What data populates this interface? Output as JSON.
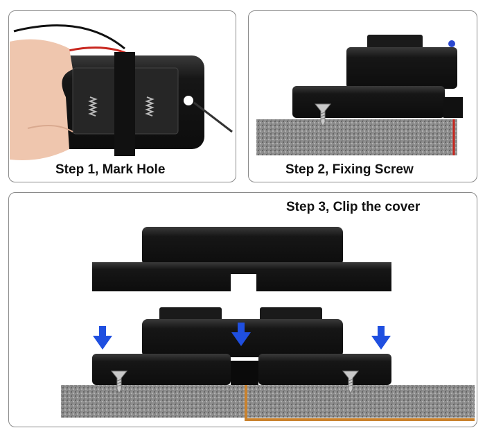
{
  "steps": [
    {
      "label": "Step 1,  Mark Hole"
    },
    {
      "label": "Step 2, Fixing Screw"
    },
    {
      "label": "Step 3, Clip the cover"
    }
  ],
  "colors": {
    "arrow": "#1f4fe0",
    "granite": "#8c8c8c",
    "housing": "#1a1a1a",
    "wire_red": "#c8261e",
    "wire_orange": "#c9822e"
  }
}
